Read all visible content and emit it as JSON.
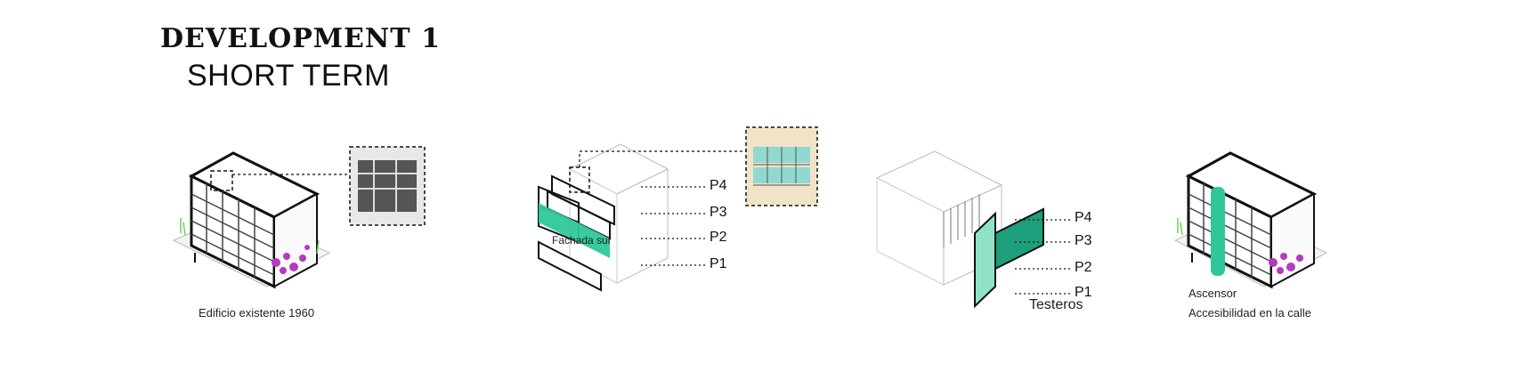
{
  "header": {
    "title": "DEVELOPMENT 1",
    "subtitle": "SHORT TERM"
  },
  "diagrams": [
    {
      "caption": "Edificio existente 1960"
    },
    {
      "caption": "Fachada sur",
      "levels": [
        "P4",
        "P3",
        "P2",
        "P1"
      ]
    },
    {
      "caption": "Testeros",
      "levels": [
        "P4",
        "P3",
        "P2",
        "P1"
      ]
    },
    {
      "caption_line1": "Ascensor",
      "caption_line2": "Accesibilidad en la calle"
    }
  ],
  "colors": {
    "accent_green": "#2fc79a",
    "accent_green_dark": "#1e9f7b",
    "accent_green_light": "#8fe3c4",
    "line": "#111111",
    "light_line": "#b8b8b8",
    "flower_purple": "#b23bbf",
    "flower_green": "#6ecf5a"
  }
}
